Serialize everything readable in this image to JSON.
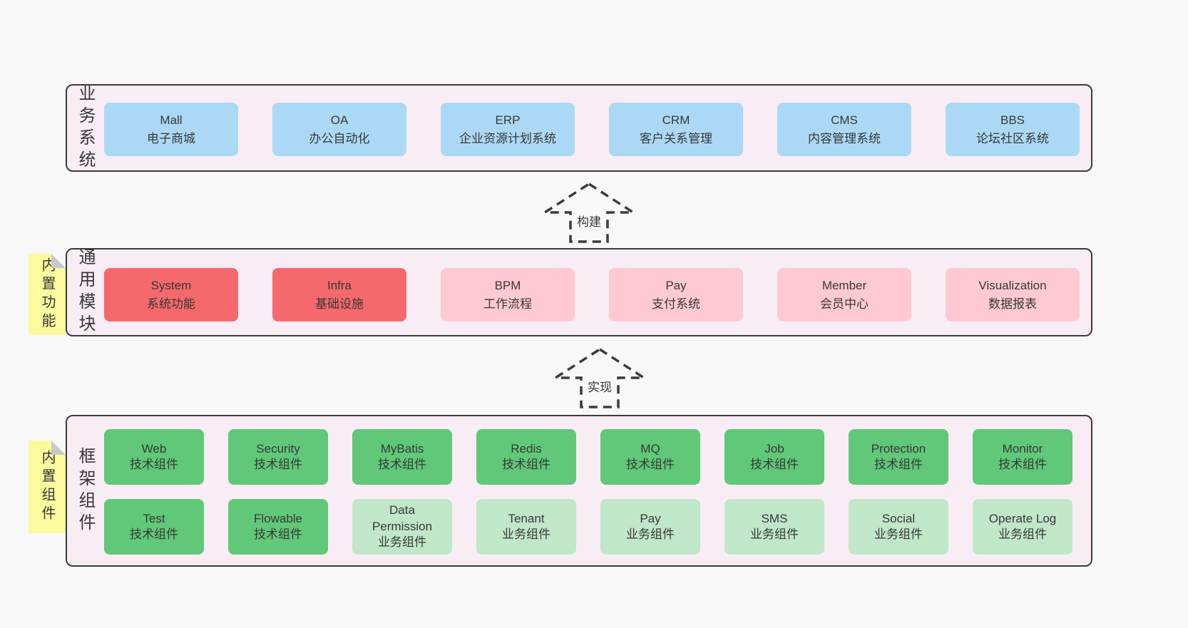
{
  "colors": {
    "pageBg": "#f8f8f8",
    "bandBg": "#f8edf5",
    "bandBorder": "#3b3b3b",
    "text": "#383838",
    "blue": "#abd9f5",
    "red": "#f5696d",
    "pink": "#fec9d2",
    "green": "#60c878",
    "lightgreen": "#c0e7c8",
    "sticky": "#fbfa9e",
    "stickyFold": "#c9c9c9"
  },
  "arrows": [
    {
      "label": "构建"
    },
    {
      "label": "实现"
    }
  ],
  "bands": [
    {
      "side_label": "业务系统",
      "boxes": [
        {
          "title": "Mall",
          "subtitle": "电子商城",
          "color": "blue"
        },
        {
          "title": "OA",
          "subtitle": "办公自动化",
          "color": "blue"
        },
        {
          "title": "ERP",
          "subtitle": "企业资源计划系统",
          "color": "blue"
        },
        {
          "title": "CRM",
          "subtitle": "客户关系管理",
          "color": "blue"
        },
        {
          "title": "CMS",
          "subtitle": "内容管理系统",
          "color": "blue"
        },
        {
          "title": "BBS",
          "subtitle": "论坛社区系统",
          "color": "blue"
        }
      ]
    },
    {
      "side_label": "通用模块",
      "sticky": "内置功能",
      "boxes": [
        {
          "title": "System",
          "subtitle": "系统功能",
          "color": "red"
        },
        {
          "title": "Infra",
          "subtitle": "基础设施",
          "color": "red"
        },
        {
          "title": "BPM",
          "subtitle": "工作流程",
          "color": "pink"
        },
        {
          "title": "Pay",
          "subtitle": "支付系统",
          "color": "pink"
        },
        {
          "title": "Member",
          "subtitle": "会员中心",
          "color": "pink"
        },
        {
          "title": "Visualization",
          "subtitle": "数据报表",
          "color": "pink"
        }
      ]
    },
    {
      "side_label": "框架组件",
      "sticky": "内置组件",
      "rows": [
        [
          {
            "title": "Web",
            "subtitle": "技术组件",
            "color": "green"
          },
          {
            "title": "Security",
            "subtitle": "技术组件",
            "color": "green"
          },
          {
            "title": "MyBatis",
            "subtitle": "技术组件",
            "color": "green"
          },
          {
            "title": "Redis",
            "subtitle": "技术组件",
            "color": "green"
          },
          {
            "title": "MQ",
            "subtitle": "技术组件",
            "color": "green"
          },
          {
            "title": "Job",
            "subtitle": "技术组件",
            "color": "green"
          },
          {
            "title": "Protection",
            "subtitle": "技术组件",
            "color": "green"
          },
          {
            "title": "Monitor",
            "subtitle": "技术组件",
            "color": "green"
          }
        ],
        [
          {
            "title": "Test",
            "subtitle": "技术组件",
            "color": "green"
          },
          {
            "title": "Flowable",
            "subtitle": "技术组件",
            "color": "green"
          },
          {
            "title": "Data Permission",
            "subtitle": "业务组件",
            "color": "lightgreen"
          },
          {
            "title": "Tenant",
            "subtitle": "业务组件",
            "color": "lightgreen"
          },
          {
            "title": "Pay",
            "subtitle": "业务组件",
            "color": "lightgreen"
          },
          {
            "title": "SMS",
            "subtitle": "业务组件",
            "color": "lightgreen"
          },
          {
            "title": "Social",
            "subtitle": "业务组件",
            "color": "lightgreen"
          },
          {
            "title": "Operate Log",
            "subtitle": "业务组件",
            "color": "lightgreen"
          }
        ]
      ]
    }
  ]
}
